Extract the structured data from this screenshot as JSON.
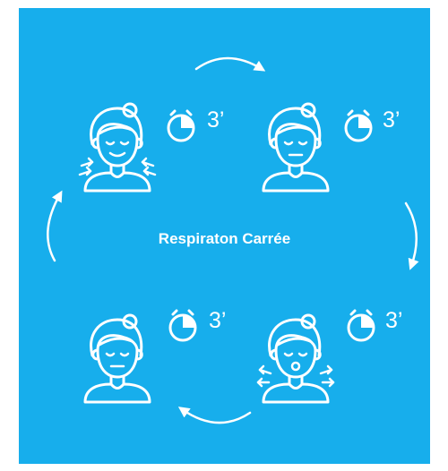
{
  "title": "Respiraton Carrée",
  "colors": {
    "background": "#17aeec",
    "foreground": "#ffffff"
  },
  "steps": [
    {
      "duration": "3’",
      "action": "inhale",
      "icon": "face-inhale-icon"
    },
    {
      "duration": "3’",
      "action": "hold",
      "icon": "face-hold-icon"
    },
    {
      "duration": "3’",
      "action": "exhale",
      "icon": "face-exhale-icon"
    },
    {
      "duration": "3’",
      "action": "hold",
      "icon": "face-hold-icon"
    }
  ]
}
